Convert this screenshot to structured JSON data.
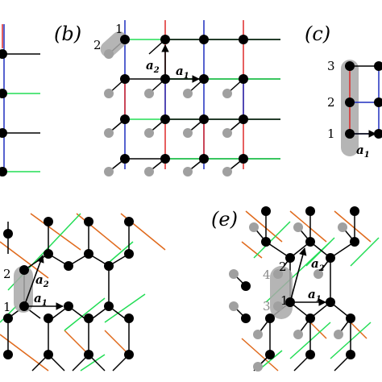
{
  "panels": [
    {
      "id": "b",
      "label": "(b)"
    },
    {
      "id": "c",
      "label": "(c)"
    },
    {
      "id": "e",
      "label": "(e)"
    }
  ],
  "site_labels": {
    "b": [
      "1",
      "2"
    ],
    "c": [
      "1",
      "2",
      "3"
    ],
    "d": [
      "1",
      "2"
    ],
    "e": [
      "1",
      "2",
      "3",
      "4"
    ]
  },
  "vector_labels": {
    "base": "a",
    "sub1": "1",
    "sub2": "2"
  },
  "colors": {
    "bond_black": "#000000",
    "bond_green": "#22dd55",
    "bond_blue": "#1f2fbf",
    "bond_red": "#dd2a2a",
    "bond_orange": "#e06a1c",
    "site_black": "#000000",
    "site_grey": "#a0a0a0",
    "highlight_grey": "#a8a8a8"
  },
  "icons": {
    "site": "filled-circle",
    "unit_cell": "rounded-rectangle-highlight",
    "vector": "arrow"
  }
}
